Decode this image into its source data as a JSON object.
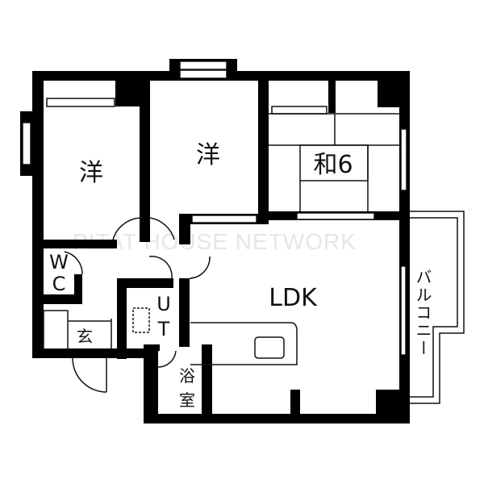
{
  "watermark": "PITAT HOUSE NETWORK",
  "rooms": {
    "western_room_1": "洋",
    "western_room_2": "洋",
    "japanese_room": "和6",
    "ldk": "LDK",
    "wc_1": "W",
    "wc_2": "C",
    "utility_1": "U",
    "utility_2": "T",
    "entrance": "玄",
    "bathroom_1": "浴",
    "bathroom_2": "室",
    "balcony": "バルコニー"
  },
  "colors": {
    "wall": "#000000",
    "line": "#111111",
    "watermark": "#e6e6e6"
  }
}
